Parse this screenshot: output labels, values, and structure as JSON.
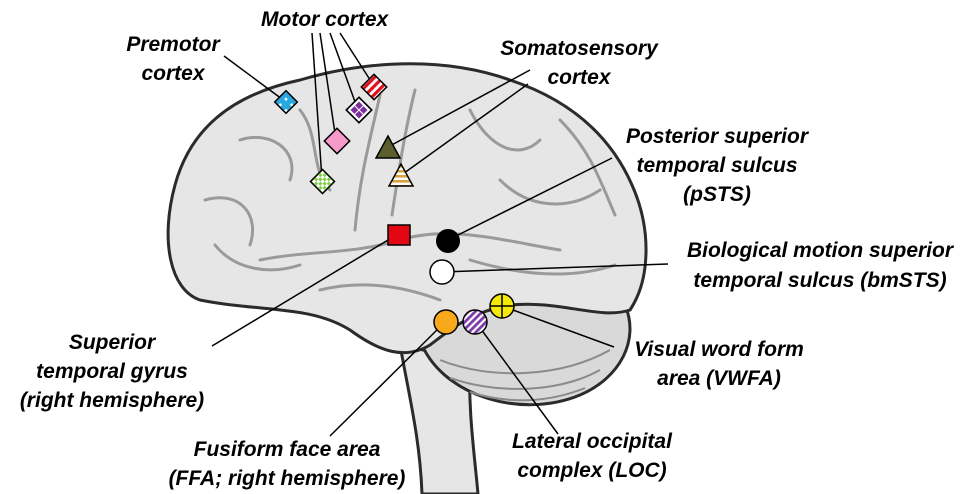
{
  "labels": {
    "motor_cortex": "Motor cortex",
    "premotor_1": "Premotor",
    "premotor_2": "cortex",
    "somato_1": "Somatosensory",
    "somato_2": "cortex",
    "psts_1": "Posterior superior",
    "psts_2": "temporal sulcus",
    "psts_3": "(pSTS)",
    "bmsts_1": "Biological motion superior",
    "bmsts_2": "temporal sulcus (bmSTS)",
    "stg_1": "Superior",
    "stg_2": "temporal gyrus",
    "stg_3": "(right hemisphere)",
    "vwfa_1": "Visual word form",
    "vwfa_2": "area (VWFA)",
    "ffa_1": "Fusiform face area",
    "ffa_2": "(FFA; right hemisphere)",
    "loc_1": "Lateral occipital",
    "loc_2": "complex (LOC)"
  },
  "colors": {
    "premotor_marker": "#29a8e0",
    "motor_checker": "#7fd048",
    "motor_pink": "#f59ac9",
    "motor_purple": "#7b2e9e",
    "motor_red": "#e1111b",
    "somato_olive": "#5d5e2d",
    "somato_striped": "#d9a441",
    "stg_marker": "#e30613",
    "psts_marker": "#000000",
    "bmsts_marker": "#ffffff",
    "ffa_marker": "#f7a81b",
    "loc_marker": "#7d3aa8",
    "vwfa_marker": "#f5e90a",
    "brain_fill": "#e6e6e6",
    "brain_stroke": "#2b2b2b"
  }
}
